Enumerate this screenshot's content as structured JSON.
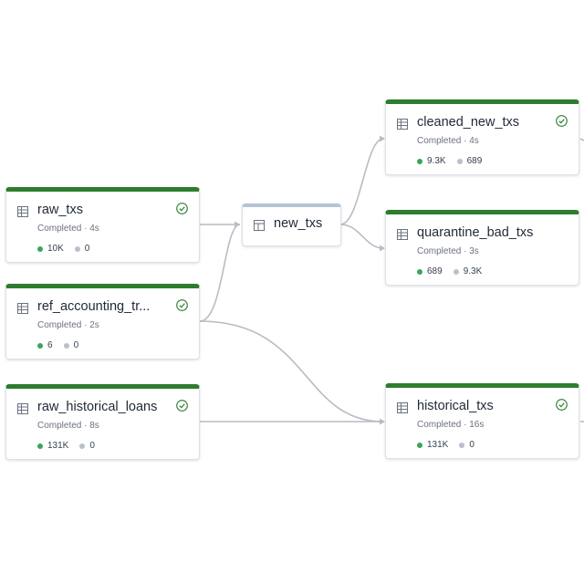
{
  "colors": {
    "completed_bar": "#2e7d2f",
    "view_bar": "#b7c4d6",
    "edge": "#b8bcc4",
    "success_dot": "#3aa55a",
    "neutral_dot": "#b7c0cc"
  },
  "nodes": [
    {
      "name": "raw_txs",
      "status": "Completed · 4s",
      "rows": "10K",
      "dropped": "0",
      "icon": "table-icon"
    },
    {
      "name": "ref_accounting_tr...",
      "status": "Completed · 2s",
      "rows": "6",
      "dropped": "0",
      "icon": "table-icon"
    },
    {
      "name": "raw_historical_loans",
      "status": "Completed · 8s",
      "rows": "131K",
      "dropped": "0",
      "icon": "table-icon"
    },
    {
      "name": "new_txs",
      "icon": "view-icon"
    },
    {
      "name": "cleaned_new_txs",
      "status": "Completed · 4s",
      "rows": "9.3K",
      "dropped": "689",
      "icon": "table-icon"
    },
    {
      "name": "quarantine_bad_txs",
      "status": "Completed · 3s",
      "rows": "689",
      "dropped": "9.3K",
      "icon": "table-icon"
    },
    {
      "name": "historical_txs",
      "status": "Completed · 16s",
      "rows": "131K",
      "dropped": "0",
      "icon": "table-icon"
    }
  ]
}
